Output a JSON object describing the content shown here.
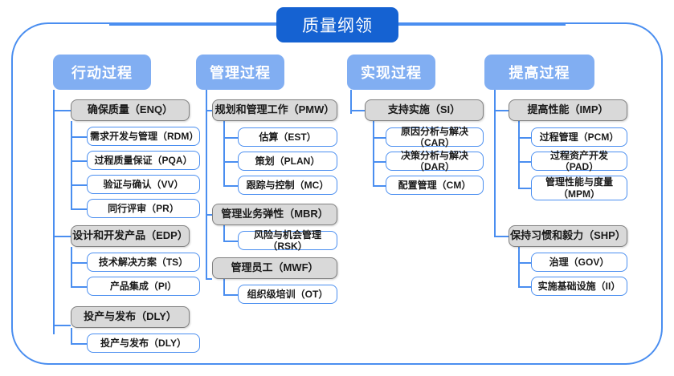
{
  "root": {
    "label": "质量纲领"
  },
  "colors": {
    "root_bg": "#1562d2",
    "header_bg": "#81aef2",
    "group_bg": "#d9d9d9",
    "group_border": "#808080",
    "leaf_border": "#4a8ef0",
    "frame_border": "#4a8ef0",
    "text": "#1a1a1a",
    "header_text": "#ffffff"
  },
  "columns": [
    {
      "header": "行动过程",
      "groups": [
        {
          "label": "确保质量（ENQ）",
          "children": [
            {
              "label": "需求开发与管理（RDM）"
            },
            {
              "label": "过程质量保证（PQA）"
            },
            {
              "label": "验证与确认（VV）"
            },
            {
              "label": "同行评审（PR）"
            }
          ]
        },
        {
          "label": "设计和开发产品（EDP）",
          "children": [
            {
              "label": "技术解决方案（TS）"
            },
            {
              "label": "产品集成（PI）"
            }
          ]
        },
        {
          "label": "投产与发布（DLY）",
          "children": [
            {
              "label": "投产与发布（DLY）"
            }
          ]
        }
      ]
    },
    {
      "header": "管理过程",
      "groups": [
        {
          "label": "规划和管理工作（PMW）",
          "children": [
            {
              "label": "估算（EST）"
            },
            {
              "label": "策划（PLAN）"
            },
            {
              "label": "跟踪与控制（MC）"
            }
          ]
        },
        {
          "label": "管理业务弹性（MBR）",
          "children": [
            {
              "label": "风险与机会管理（RSK）"
            }
          ]
        },
        {
          "label": "管理员工（MWF）",
          "children": [
            {
              "label": "组织级培训（OT）"
            }
          ]
        }
      ]
    },
    {
      "header": "实现过程",
      "groups": [
        {
          "label": "支持实施（SI）",
          "children": [
            {
              "label": "原因分析与解决（CAR）"
            },
            {
              "label": "决策分析与解决（DAR）"
            },
            {
              "label": "配置管理（CM）"
            }
          ]
        }
      ]
    },
    {
      "header": "提高过程",
      "groups": [
        {
          "label": "提高性能（IMP）",
          "children": [
            {
              "label": "过程管理（PCM）"
            },
            {
              "label": "过程资产开发（PAD）"
            },
            {
              "label": "管理性能与度量\n（MPM）"
            }
          ]
        },
        {
          "label": "保持习惯和毅力（SHP）",
          "children": [
            {
              "label": "治理（GOV）"
            },
            {
              "label": "实施基础设施（II）"
            }
          ]
        }
      ]
    }
  ]
}
